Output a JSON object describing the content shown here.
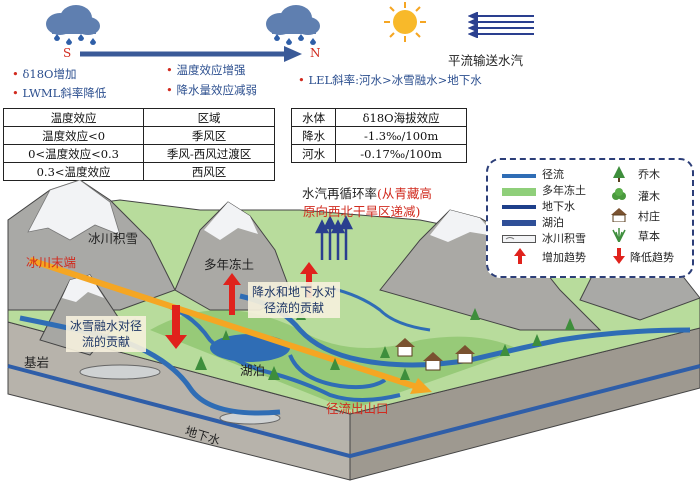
{
  "top": {
    "south_label": "S",
    "north_label": "N",
    "advection_label": "平流输送水汽",
    "left_notes": [
      "δ18O增加",
      "LWML斜率降低"
    ],
    "mid_notes": [
      "温度效应增强",
      "降水量效应减弱"
    ],
    "lel_note": "LEL斜率:河水>冰雪融水>地下水"
  },
  "region_table": {
    "headers": [
      "温度效应",
      "区域"
    ],
    "rows": [
      [
        "温度效应<0",
        "季风区"
      ],
      [
        "0<温度效应<0.3",
        "季风-西风过渡区"
      ],
      [
        "0.3<温度效应",
        "西风区"
      ]
    ]
  },
  "altitude_table": {
    "headers": [
      "水体",
      "δ18O海拔效应"
    ],
    "rows": [
      [
        "降水",
        "-1.3‰/100m"
      ],
      [
        "河水",
        "-0.17‰/100m"
      ]
    ]
  },
  "legend": {
    "items": [
      {
        "label": "径流",
        "icon": "runoff-line"
      },
      {
        "label": "多年冻土",
        "icon": "permafrost-swatch"
      },
      {
        "label": "地下水",
        "icon": "groundwater-line"
      },
      {
        "label": "湖泊",
        "icon": "lake-swatch"
      },
      {
        "label": "冰川积雪",
        "icon": "glacier-swatch"
      },
      {
        "label": "增加趋势",
        "icon": "up-arrow-icon"
      },
      {
        "label": "乔木",
        "icon": "tree-icon"
      },
      {
        "label": "灌木",
        "icon": "shrub-icon"
      },
      {
        "label": "村庄",
        "icon": "village-icon"
      },
      {
        "label": "草本",
        "icon": "grass-icon"
      },
      {
        "label": "降低趋势",
        "icon": "down-arrow-icon"
      }
    ]
  },
  "diagram": {
    "vapor_recycle_1": "水汽再循环率",
    "vapor_recycle_2": "(从青藏高",
    "vapor_recycle_3": "原向西北干旱区递减)",
    "glacier_snow": "冰川积雪",
    "glacier_terminus": "冰川末端",
    "permafrost": "多年冻土",
    "precip_gw_1": "降水和地下水对",
    "precip_gw_2": "径流的贡献",
    "meltwater_1": "冰雪融水对径",
    "meltwater_2": "流的贡献",
    "bedrock": "基岩",
    "lake": "湖泊",
    "outlet": "径流出山口",
    "groundwater": "地下水"
  },
  "colors": {
    "runoff": "#2f6db5",
    "groundwater": "#1d3f8a",
    "trend_arrow": "#e0221c",
    "gradient_arrow": "#f5a623",
    "permafrost": "#8fcf7a"
  }
}
